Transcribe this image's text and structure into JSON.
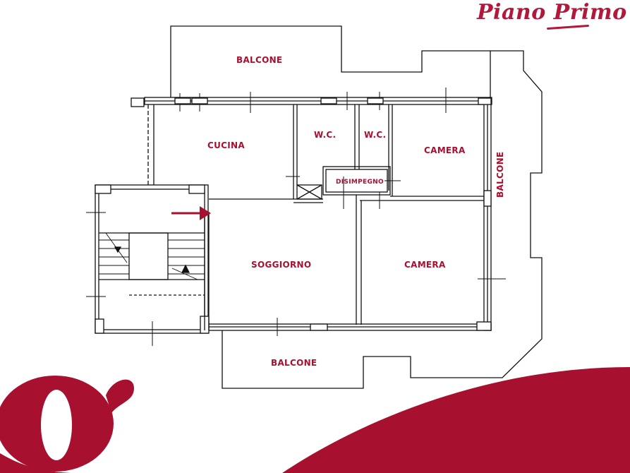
{
  "title": "Piano Primo",
  "colors": {
    "accent": "#a8102f",
    "line": "#111111",
    "background": "#ffffff"
  },
  "rooms": {
    "balcone_top": "BALCONE",
    "cucina": "CUCINA",
    "wc_1": "W.C.",
    "wc_2": "W.C.",
    "camera_top": "CAMERA",
    "disimpegno": "DISIMPEGNO",
    "balcone_right": "BALCONE",
    "soggiorno": "SOGGIORNO",
    "camera_bottom": "CAMERA",
    "balcone_bottom": "BALCONE"
  },
  "logo": {
    "icon": "agency-logo-icon"
  },
  "entrance_marker": {
    "icon": "entrance-arrow-icon"
  }
}
